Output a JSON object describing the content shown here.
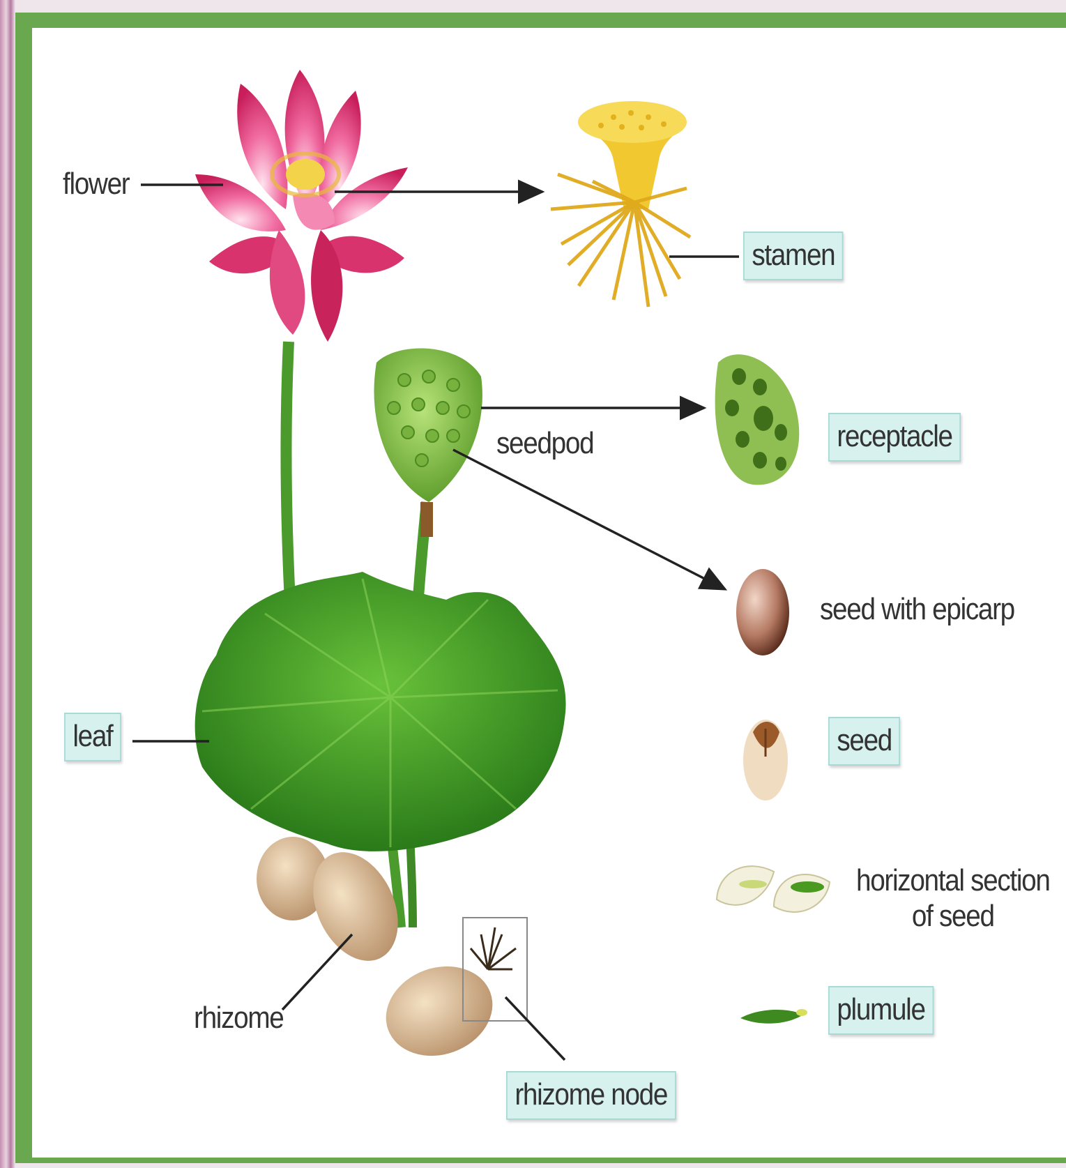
{
  "labels": {
    "flower": "flower",
    "stamen": "stamen",
    "seedpod": "seedpod",
    "receptacle": "receptacle",
    "seed_with_epicarp": "seed with epicarp",
    "leaf": "leaf",
    "seed": "seed",
    "horizontal_section_line1": "horizontal section",
    "horizontal_section_line2": "of seed",
    "rhizome": "rhizome",
    "plumule": "plumule",
    "rhizome_node": "rhizome node"
  },
  "colors": {
    "frame": "#6aa84f",
    "label_box": "#d7f1ef",
    "petal": "#e8508a",
    "leaf": "#2f8a1f",
    "stamen": "#f2c830"
  }
}
